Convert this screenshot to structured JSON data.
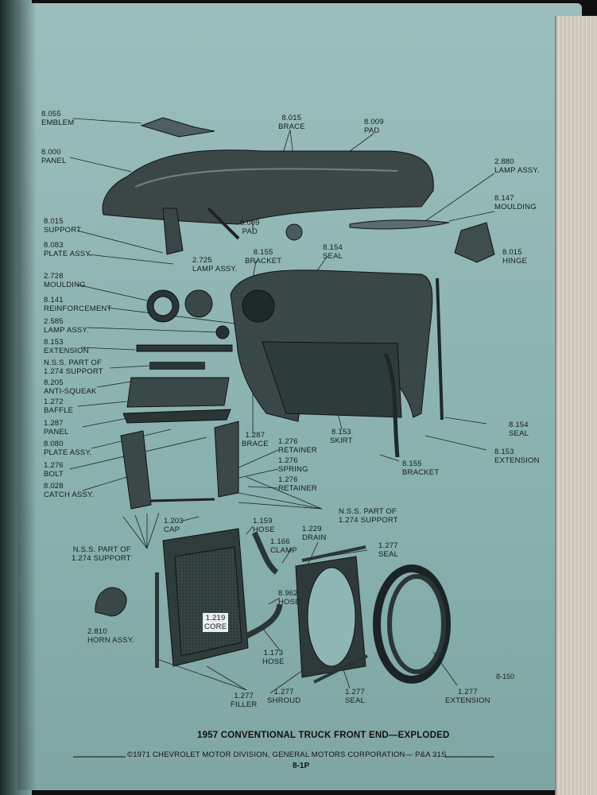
{
  "figure": {
    "caption": "1957 CONVENTIONAL TRUCK FRONT END—EXPLODED",
    "copyright": "©1971 CHEVROLET MOTOR DIVISION, GENERAL MOTORS CORPORATION— P&A 31S",
    "page_number": "8-1P",
    "figure_id": "8-150"
  },
  "labels": [
    {
      "num": "8.055",
      "part": "EMBLEM"
    },
    {
      "num": "8.000",
      "part": "PANEL"
    },
    {
      "num": "8.015",
      "part": "BRACE"
    },
    {
      "num": "8.009",
      "part": "PAD"
    },
    {
      "num": "2.880",
      "part": "LAMP ASSY."
    },
    {
      "num": "8.147",
      "part": "MOULDING"
    },
    {
      "num": "8.015",
      "part": "SUPPORT"
    },
    {
      "num": "8.083",
      "part": "PLATE ASSY."
    },
    {
      "num": "8.009",
      "part": "PAD"
    },
    {
      "num": "2.725",
      "part": "LAMP ASSY."
    },
    {
      "num": "8.155",
      "part": "BRACKET"
    },
    {
      "num": "8.154",
      "part": "SEAL"
    },
    {
      "num": "8.015",
      "part": "HINGE"
    },
    {
      "num": "2.728",
      "part": "MOULDING"
    },
    {
      "num": "8.141",
      "part": "REINFORCEMENT"
    },
    {
      "num": "2.585",
      "part": "LAMP ASSY."
    },
    {
      "num": "8.153",
      "part": "EXTENSION"
    },
    {
      "num": "N.S.S. PART OF",
      "part": "1.274 SUPPORT"
    },
    {
      "num": "8.205",
      "part": "ANTI-SQUEAK"
    },
    {
      "num": "1.272",
      "part": "BAFFLE"
    },
    {
      "num": "1.287",
      "part": "PANEL"
    },
    {
      "num": "8.080",
      "part": "PLATE ASSY."
    },
    {
      "num": "1.276",
      "part": "BOLT"
    },
    {
      "num": "8.028",
      "part": "CATCH ASSY."
    },
    {
      "num": "1.287",
      "part": "BRACE"
    },
    {
      "num": "1.276",
      "part": "RETAINER"
    },
    {
      "num": "1.276",
      "part": "SPRING"
    },
    {
      "num": "1.276",
      "part": "RETAINER"
    },
    {
      "num": "8.153",
      "part": "SKIRT"
    },
    {
      "num": "8.155",
      "part": "BRACKET"
    },
    {
      "num": "8.154",
      "part": "SEAL"
    },
    {
      "num": "8.153",
      "part": "EXTENSION"
    },
    {
      "num": "N.S.S. PART OF",
      "part": "1.274 SUPPORT"
    },
    {
      "num": "1.203",
      "part": "CAP"
    },
    {
      "num": "1.159",
      "part": "HOSE"
    },
    {
      "num": "1.166",
      "part": "CLAMP"
    },
    {
      "num": "1.229",
      "part": "DRAIN"
    },
    {
      "num": "1.277",
      "part": "SEAL"
    },
    {
      "num": "N.S.S. PART OF",
      "part": "1.274 SUPPORT"
    },
    {
      "num": "8.962",
      "part": "HOSE"
    },
    {
      "num": "1.219",
      "part": "CORE"
    },
    {
      "num": "2.810",
      "part": "HORN ASSY."
    },
    {
      "num": "1.173",
      "part": "HOSE"
    },
    {
      "num": "1.277",
      "part": "FILLER"
    },
    {
      "num": "1.277",
      "part": "SHROUD"
    },
    {
      "num": "1.277",
      "part": "SEAL"
    },
    {
      "num": "1.277",
      "part": "EXTENSION"
    }
  ]
}
